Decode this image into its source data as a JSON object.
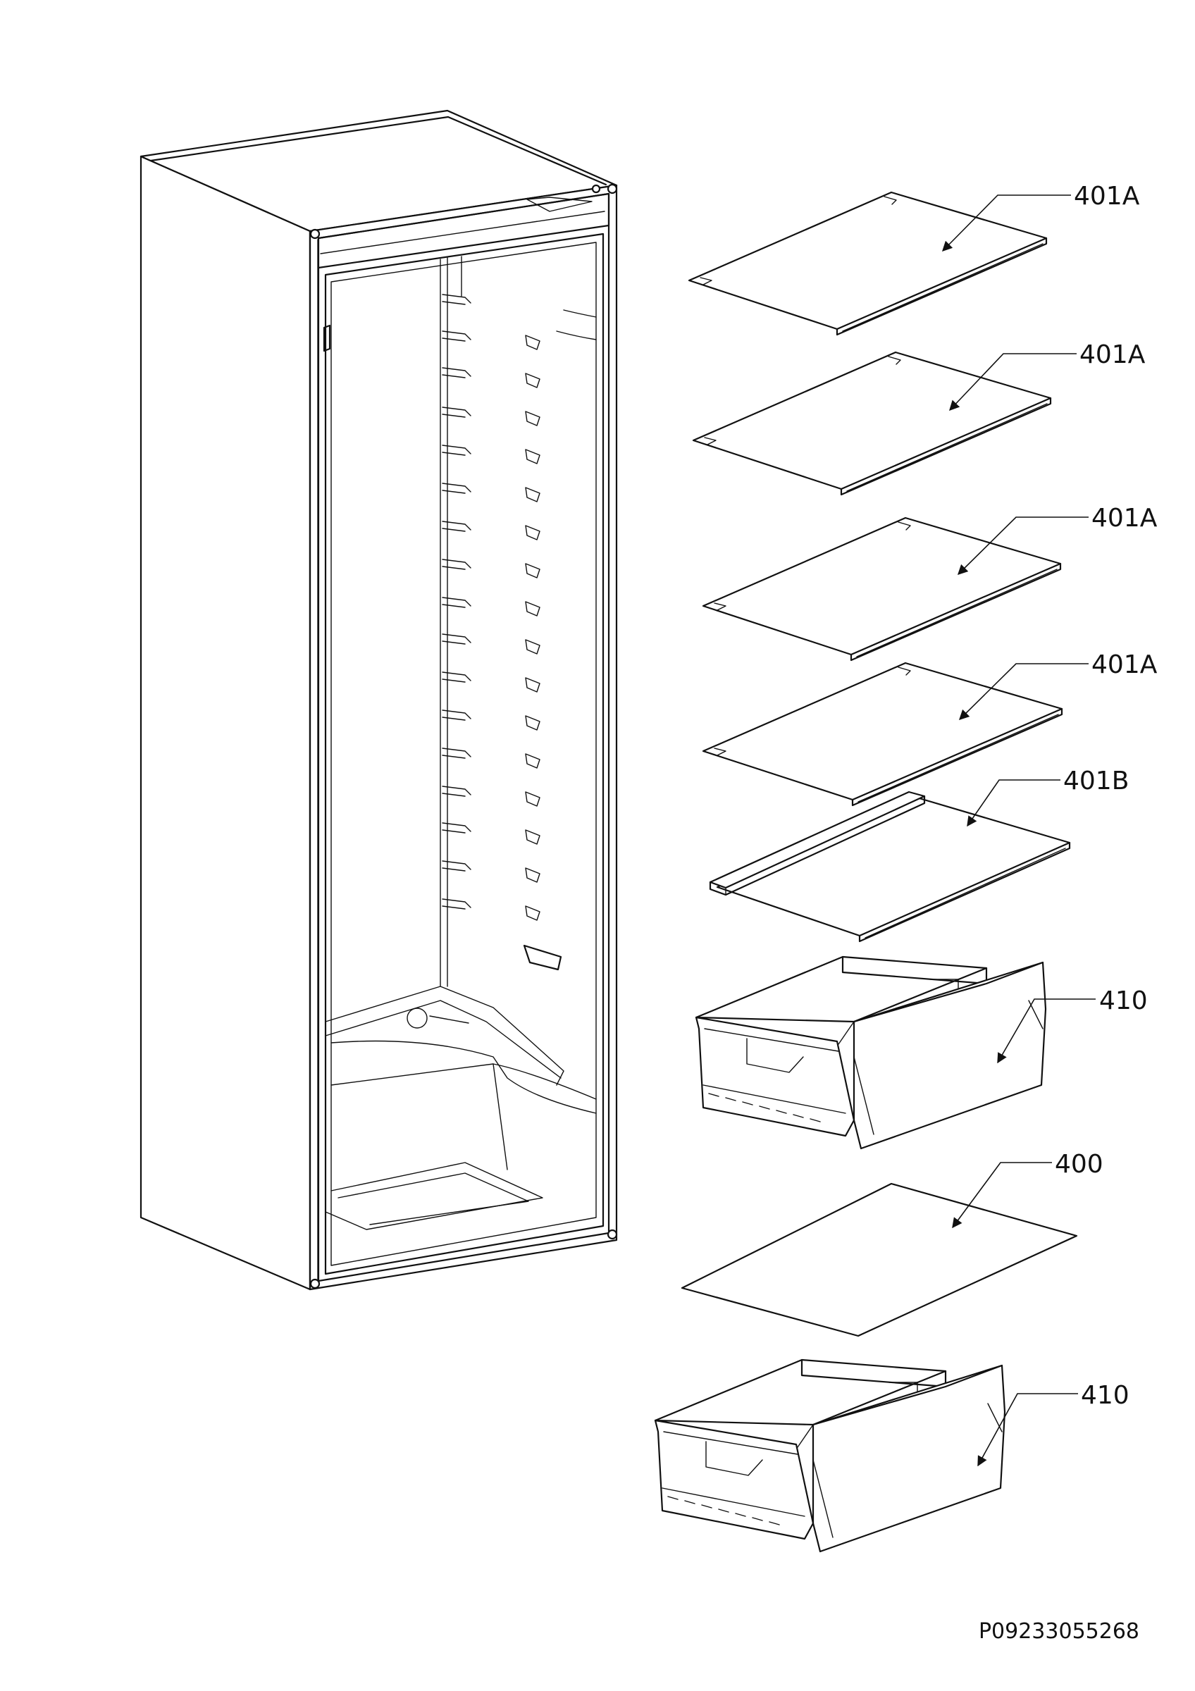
{
  "callouts": [
    {
      "id": "shelf-1",
      "label": "401A"
    },
    {
      "id": "shelf-2",
      "label": "401A"
    },
    {
      "id": "shelf-3",
      "label": "401A"
    },
    {
      "id": "shelf-4",
      "label": "401A"
    },
    {
      "id": "shelf-5",
      "label": "401B"
    },
    {
      "id": "drawer-upper",
      "label": "410"
    },
    {
      "id": "cover-plate",
      "label": "400"
    },
    {
      "id": "drawer-lower",
      "label": "410"
    }
  ],
  "document_code": "P09233055268"
}
